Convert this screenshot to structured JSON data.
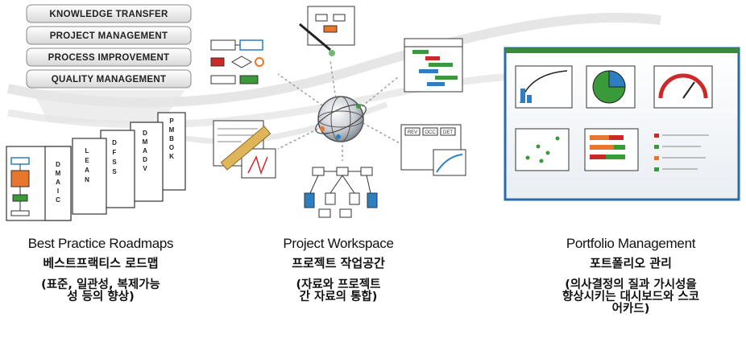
{
  "stack_labels": [
    "KNOWLEDGE TRANSFER",
    "PROJECT MANAGEMENT",
    "PROCESS IMPROVEMENT",
    "QUALITY MANAGEMENT"
  ],
  "roadmap_cards": [
    "DMAIC",
    "LEAN",
    "DFSS",
    "DMADV",
    "PMBOK"
  ],
  "tabs": [
    "REV",
    "OCC",
    "DET"
  ],
  "columns": [
    {
      "title": "Best Practice Roadmaps",
      "korean": "베스트프랙티스 로드맵",
      "description_lines": [
        "(표준, 일관성, 복제가능",
        "성 등의 향상)"
      ]
    },
    {
      "title": "Project Workspace",
      "korean": "프로젝트 작업공간",
      "description_lines": [
        "(자료와 프로젝트",
        "간 자료의 통합)"
      ]
    },
    {
      "title": "Portfolio Management",
      "korean": "포트폴리오 관리",
      "description_lines": [
        "(의사결정의 질과 가시성을",
        "향상시키는 대시보드와 스코",
        "어카드)"
      ]
    }
  ],
  "colors": {
    "accent_orange": "#e8762b",
    "accent_blue": "#2d7fc1",
    "accent_green": "#3a9a3a",
    "accent_red": "#cc2a2a",
    "frame_blue": "#2a6cab"
  }
}
